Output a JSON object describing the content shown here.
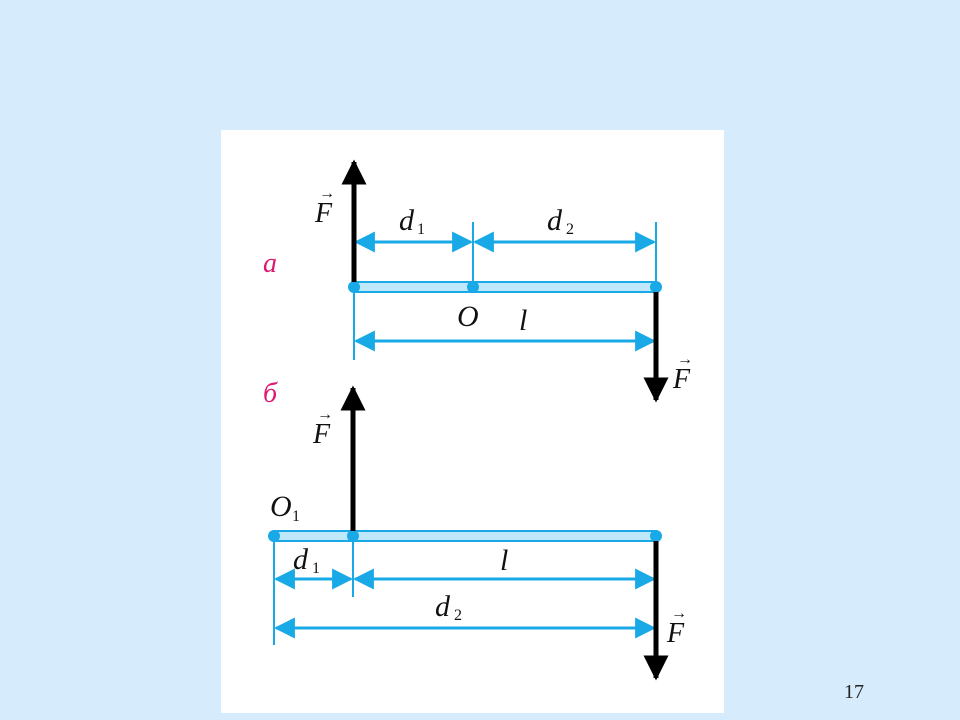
{
  "figure": {
    "part_a": {
      "label": "а",
      "force_top": "F",
      "force_bottom": "F",
      "d1": "d",
      "d1_sub": "1",
      "d2": "d",
      "d2_sub": "2",
      "pivot": "O",
      "length": "l"
    },
    "part_b": {
      "label": "б",
      "force_top": "F",
      "force_bottom": "F",
      "pivot": "O",
      "pivot_sub": "1",
      "d1": "d",
      "d1_sub": "1",
      "d2": "d",
      "d2_sub": "2",
      "length": "l"
    }
  },
  "slide_number": "17",
  "colors": {
    "background": "#d6ebfb",
    "panel": "#ffffff",
    "dimension": "#19a9e6",
    "bar_fill": "#bfe9fb",
    "force": "#000000",
    "part_label": "#e0156f"
  }
}
